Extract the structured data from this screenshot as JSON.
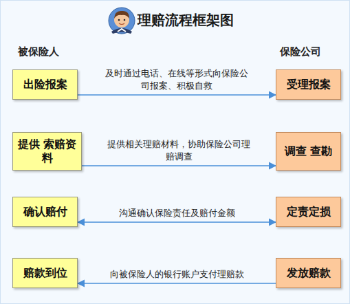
{
  "diagram": {
    "title": "理赔流程框架图",
    "nodes": [
      {
        "text": [
          "出险报案"
        ]
      },
      {
        "text": [
          "受理报案"
        ]
      },
      {
        "text": [
          "提供 索赔资料"
        ]
      },
      {
        "text": [
          "调查 查勘"
        ]
      },
      {
        "text": [
          "确认赔付"
        ]
      },
      {
        "text": [
          "定责定损"
        ]
      },
      {
        "text": [
          "赔款到位"
        ]
      },
      {
        "text": [
          "发放赔款"
        ]
      }
    ],
    "edges": [
      {
        "from": 0,
        "to": 1,
        "label": "及时通过电话、在线等形式向保险公司报案、积极自救",
        "arrow": "to"
      },
      {
        "from": 2,
        "to": 3,
        "label": "提供相关理赔材料，协助保险公司理赔调查",
        "arrow": "to"
      },
      {
        "from": 4,
        "to": 5,
        "label": "沟通确认保险责任及赔付金额",
        "arrow": "both"
      },
      {
        "from": 7,
        "to": 6,
        "label": "向被保险人的银行账户支付理赔款",
        "arrow": "to"
      }
    ],
    "labels": [
      "被保险人",
      "保险公司"
    ]
  }
}
